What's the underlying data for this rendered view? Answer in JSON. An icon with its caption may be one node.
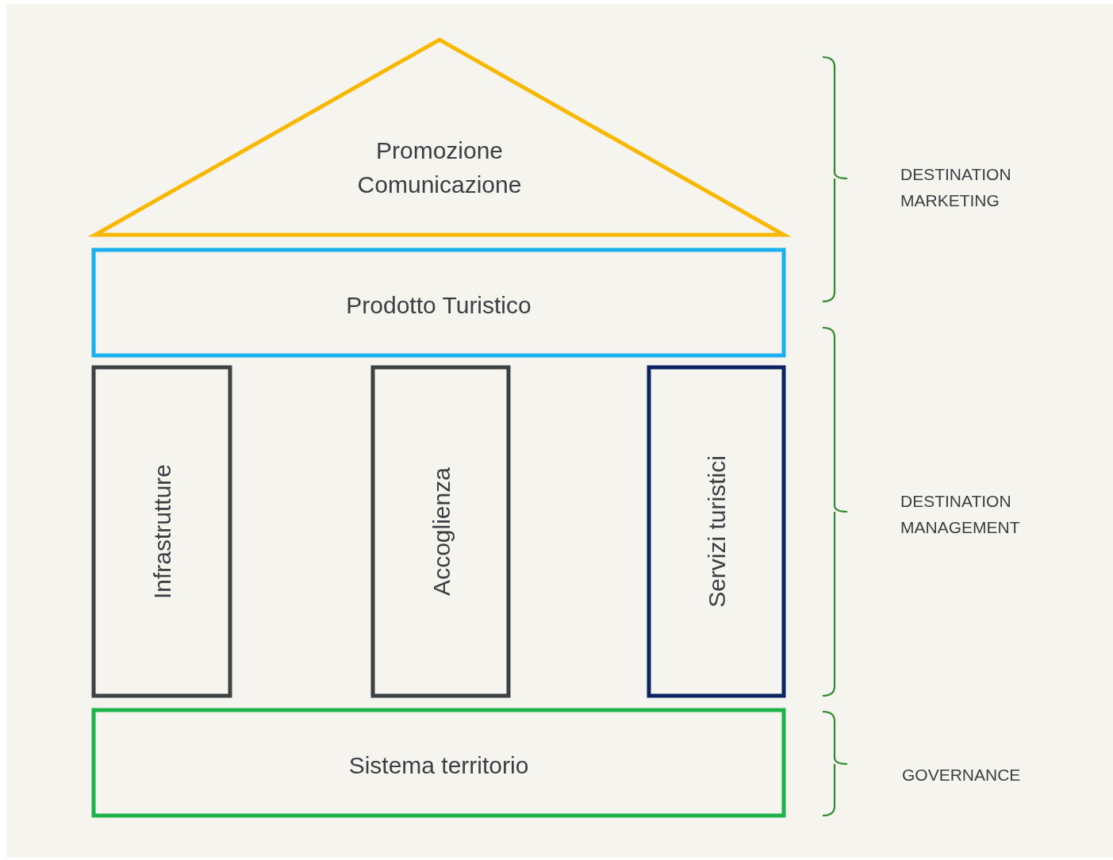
{
  "diagram": {
    "nodes": [
      {
        "text": [
          "Promozione Comunicazione"
        ]
      },
      {
        "text": [
          "Prodotto Turistico"
        ]
      },
      {
        "text": [
          "Infrastrutture"
        ]
      },
      {
        "text": [
          "Accoglienza"
        ]
      },
      {
        "text": [
          "Servizi turistici"
        ]
      },
      {
        "text": [
          "Sistema territorio"
        ]
      }
    ],
    "labels": [
      "DESTINATION MARKETING",
      "DESTINATION MANAGEMENT",
      "GOVERNANCE"
    ]
  }
}
